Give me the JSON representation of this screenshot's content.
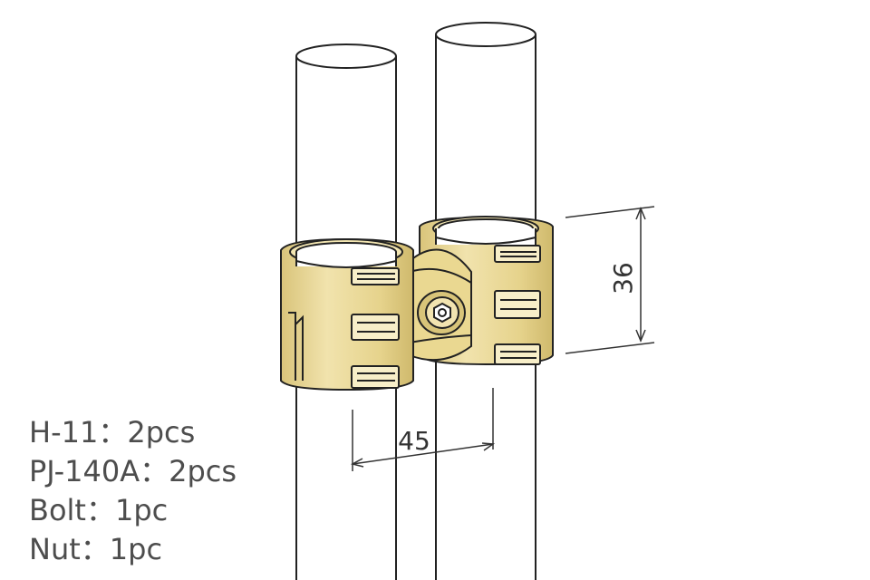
{
  "colors": {
    "brass": "#e8d690",
    "brass_light": "#f3e6b2",
    "brass_dark": "#cdb86a",
    "outline": "#222222",
    "tube": "#ffffff",
    "text": "#4d4d4d"
  },
  "dimensions": {
    "height_label": "36",
    "width_label": "45"
  },
  "parts": [
    {
      "name": "H-11",
      "sep": "：",
      "qty": "2pcs"
    },
    {
      "name": "PJ-140A",
      "sep": "：",
      "qty": "2pcs"
    },
    {
      "name": "Bolt",
      "sep": "：",
      "qty": "1pc"
    },
    {
      "name": "Nut",
      "sep": "：",
      "qty": "1pc"
    }
  ]
}
